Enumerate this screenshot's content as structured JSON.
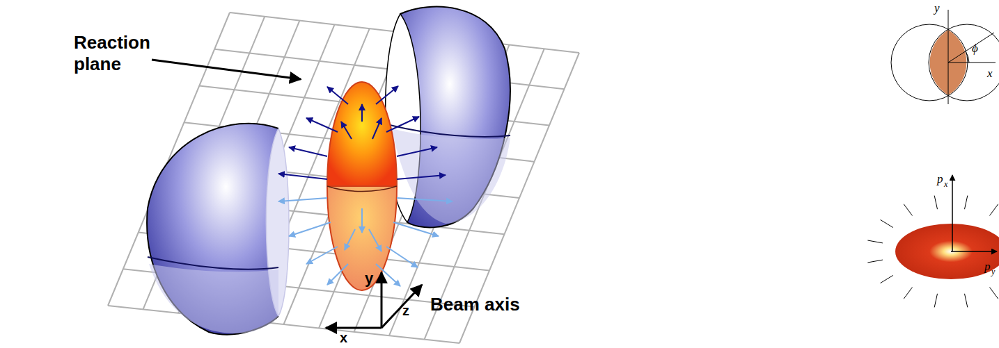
{
  "diagram": {
    "labels": [
      "Reaction plane",
      "y",
      "z",
      "Beam axis",
      "x",
      "y",
      "x",
      "ϕ",
      "p",
      "x",
      "p",
      "y"
    ]
  }
}
